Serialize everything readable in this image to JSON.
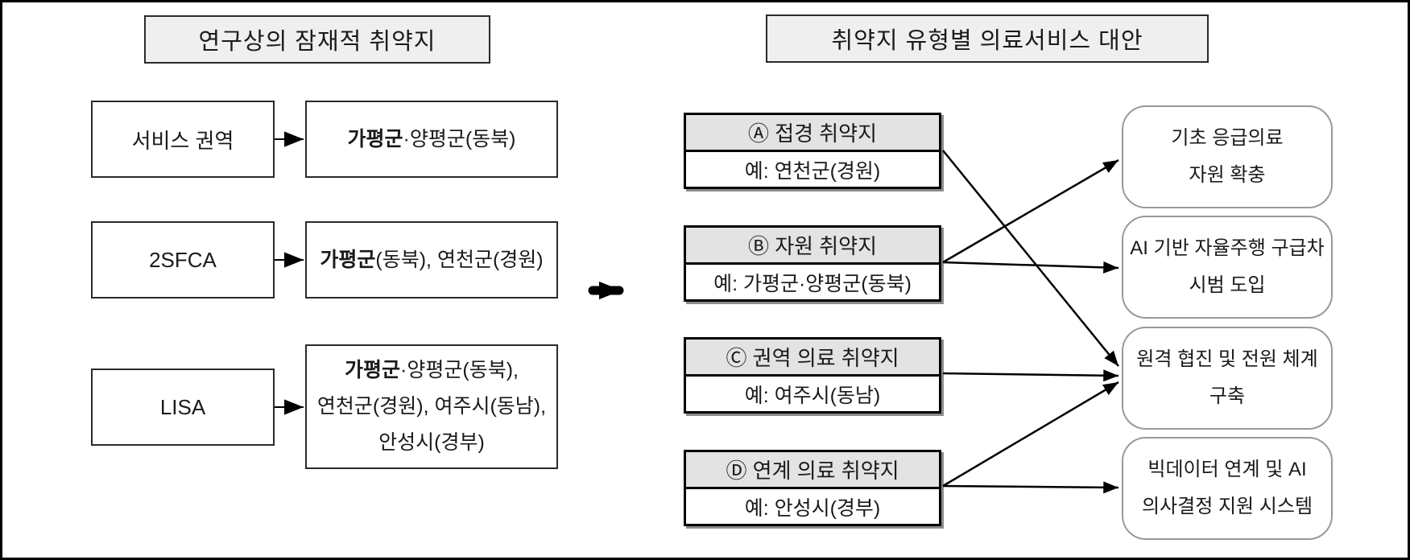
{
  "left_section": {
    "header": "연구상의 잠재적 취약지",
    "rows": [
      {
        "method": "서비스 권역",
        "result_bold": "가평군",
        "result_rest": "·양평군(동북)"
      },
      {
        "method": "2SFCA",
        "result_bold": "가평군",
        "result_rest": "(동북), 연천군(경원)"
      },
      {
        "method": "LISA",
        "result_bold": "가평군",
        "result_rest": "·양평군(동북),",
        "result_line2": "연천군(경원), 여주시(동남),",
        "result_line3": "안성시(경부)"
      }
    ]
  },
  "right_section": {
    "header": "취약지 유형별 의료서비스 대안",
    "types": [
      {
        "title": "Ⓐ 접경 취약지",
        "example": "예: 연천군(경원)"
      },
      {
        "title": "Ⓑ 자원 취약지",
        "example": "예: 가평군·양평군(동북)"
      },
      {
        "title": "Ⓒ 권역 의료 취약지",
        "example": "예: 여주시(동남)"
      },
      {
        "title": "Ⓓ 연계 의료 취약지",
        "example": "예: 안성시(경부)"
      }
    ],
    "solutions": [
      {
        "line1": "기초 응급의료",
        "line2": "자원 확충"
      },
      {
        "line1": "AI 기반 자율주행 구급차",
        "line2": "시범 도입"
      },
      {
        "line1": "원격 협진 및 전원 체계",
        "line2": "구축"
      },
      {
        "line1": "빅데이터 연계 및 AI",
        "line2": "의사결정 지원 시스템"
      }
    ]
  },
  "connections": [
    {
      "from": "Ⓐ 접경 취약지",
      "to": "원격 협진 및 전원 체계 구축"
    },
    {
      "from": "Ⓑ 자원 취약지",
      "to": "기초 응급의료 자원 확충"
    },
    {
      "from": "Ⓑ 자원 취약지",
      "to": "AI 기반 자율주행 구급차 시범 도입"
    },
    {
      "from": "Ⓒ 권역 의료 취약지",
      "to": "원격 협진 및 전원 체계 구축"
    },
    {
      "from": "Ⓓ 연계 의료 취약지",
      "to": "원격 협진 및 전원 체계 구축"
    },
    {
      "from": "Ⓓ 연계 의료 취약지",
      "to": "빅데이터 연계 및 AI 의사결정 지원 시스템"
    }
  ],
  "icons": {
    "section_flow": "right-arrow",
    "row_connector": "right-arrow"
  },
  "colors": {
    "panel_header_bg": "#efefef",
    "type_header_bg": "#e3e3e3",
    "border": "#000000",
    "solution_border": "#999999"
  }
}
